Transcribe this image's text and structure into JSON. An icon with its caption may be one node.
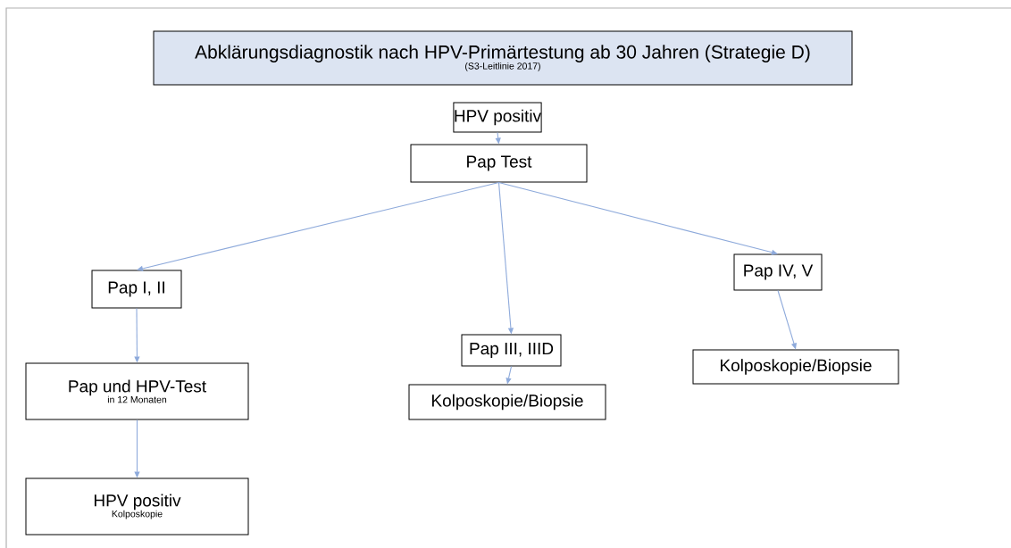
{
  "diagram": {
    "nodes": [
      {
        "text": [
          "Abklärungsdiagnostik nach HPV-Primärtestung ab 30 Jahren (Strategie D)",
          "(S3-Leitlinie 2017)"
        ]
      },
      {
        "text": [
          "HPV positiv"
        ]
      },
      {
        "text": [
          "Pap Test"
        ]
      },
      {
        "text": [
          "Pap I, II"
        ]
      },
      {
        "text": [
          "Pap III, IIID"
        ]
      },
      {
        "text": [
          "Pap IV, V"
        ]
      },
      {
        "text": [
          "Pap und HPV-Test",
          "in 12 Monaten"
        ]
      },
      {
        "text": [
          "Kolposkopie/Biopsie"
        ]
      },
      {
        "text": [
          "Kolposkopie/Biopsie"
        ]
      },
      {
        "text": [
          "HPV positiv",
          "Kolposkopie"
        ]
      }
    ],
    "edges": [
      {
        "from": 1,
        "to": 2,
        "arrow": "to"
      },
      {
        "from": 2,
        "to": 3,
        "arrow": "to"
      },
      {
        "from": 2,
        "to": 4,
        "arrow": "to"
      },
      {
        "from": 2,
        "to": 5,
        "arrow": "to"
      },
      {
        "from": 3,
        "to": 6,
        "arrow": "to"
      },
      {
        "from": 6,
        "to": 9,
        "arrow": "to"
      },
      {
        "from": 4,
        "to": 7,
        "arrow": "to"
      },
      {
        "from": 5,
        "to": 8,
        "arrow": "to"
      }
    ]
  }
}
